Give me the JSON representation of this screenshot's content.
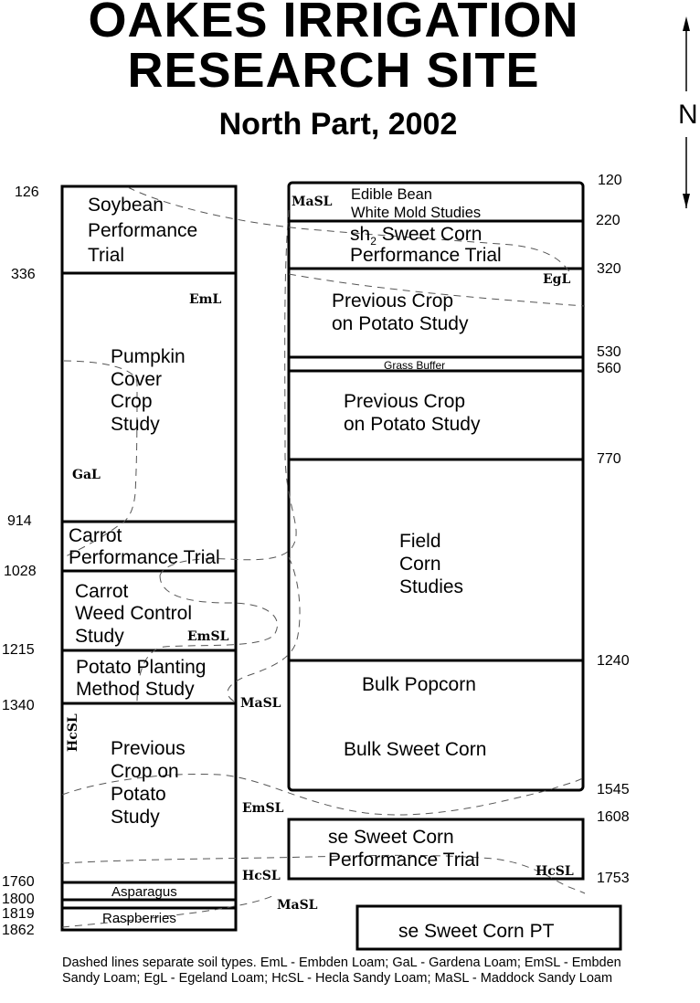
{
  "title": {
    "line1": "OAKES IRRIGATION",
    "line2": "RESEARCH SITE",
    "subtitle": "North Part,  2002"
  },
  "north_arrow": {
    "label": "N"
  },
  "left_column": {
    "distances": [
      "126",
      "336",
      "914",
      "1028",
      "1215",
      "1340",
      "1760",
      "1800",
      "1819",
      "1862"
    ],
    "plots": [
      {
        "name": "Soybean Performance Trial",
        "lines": [
          "Soybean",
          "Performance",
          "Trial"
        ]
      },
      {
        "name": "Pumpkin Cover Crop Study",
        "lines": [
          "Pumpkin",
          "Cover",
          "Crop",
          "Study"
        ]
      },
      {
        "name": "Carrot Performance Trial",
        "lines": [
          "Carrot",
          "Performance Trial"
        ]
      },
      {
        "name": "Carrot Weed Control Study",
        "lines": [
          "Carrot",
          "Weed Control",
          "Study"
        ]
      },
      {
        "name": "Potato Planting Method Study",
        "lines": [
          "Potato Planting",
          "Method Study"
        ]
      },
      {
        "name": "Previous Crop on Potato Study",
        "lines": [
          "Previous",
          "Crop on",
          "Potato",
          "Study"
        ]
      },
      {
        "name": "Asparagus",
        "lines": [
          "Asparagus"
        ]
      },
      {
        "name": "Raspberries",
        "lines": [
          "Raspberries"
        ]
      }
    ]
  },
  "right_column": {
    "distances": [
      "120",
      "220",
      "320",
      "530",
      "560",
      "770",
      "1240",
      "1545",
      "1608",
      "1753"
    ],
    "plots": [
      {
        "name": "Edible Bean White Mold Studies",
        "lines": [
          "Edible Bean",
          "White Mold Studies"
        ]
      },
      {
        "name": "sh2 Sweet Corn Performance Trial",
        "prefix": "sh",
        "sub": "2",
        "lines": [
          " Sweet Corn",
          "Performance Trial"
        ]
      },
      {
        "name": "Previous Crop on Potato Study",
        "lines": [
          "Previous Crop",
          "on Potato Study"
        ]
      },
      {
        "name": "Grass Buffer",
        "lines": [
          "Grass Buffer"
        ]
      },
      {
        "name": "Previous Crop on Potato Study",
        "lines": [
          "Previous Crop",
          "on Potato Study"
        ]
      },
      {
        "name": "Field Corn Studies",
        "lines": [
          "Field",
          "Corn",
          "Studies"
        ]
      },
      {
        "name": "Bulk Popcorn / Bulk Sweet Corn",
        "lines": [
          "Bulk Popcorn",
          "Bulk Sweet Corn"
        ]
      },
      {
        "name": "se Sweet Corn Performance Trial",
        "lines": [
          "se Sweet Corn",
          "Performance Trial"
        ]
      },
      {
        "name": "se Sweet Corn PT",
        "lines": [
          "se Sweet Corn PT"
        ]
      }
    ]
  },
  "soil_labels": [
    "MaSL",
    "EgL",
    "EmL",
    "GaL",
    "EmSL",
    "MaSL",
    "HcSL",
    "EmSL",
    "HcSL",
    "HcSL",
    "MaSL"
  ],
  "footnote": "Dashed lines separate soil types.  EmL - Embden Loam; GaL - Gardena Loam; EmSL - Embden Sandy Loam; EgL - Egeland Loam; HcSL - Hecla Sandy Loam; MaSL - Maddock Sandy Loam"
}
